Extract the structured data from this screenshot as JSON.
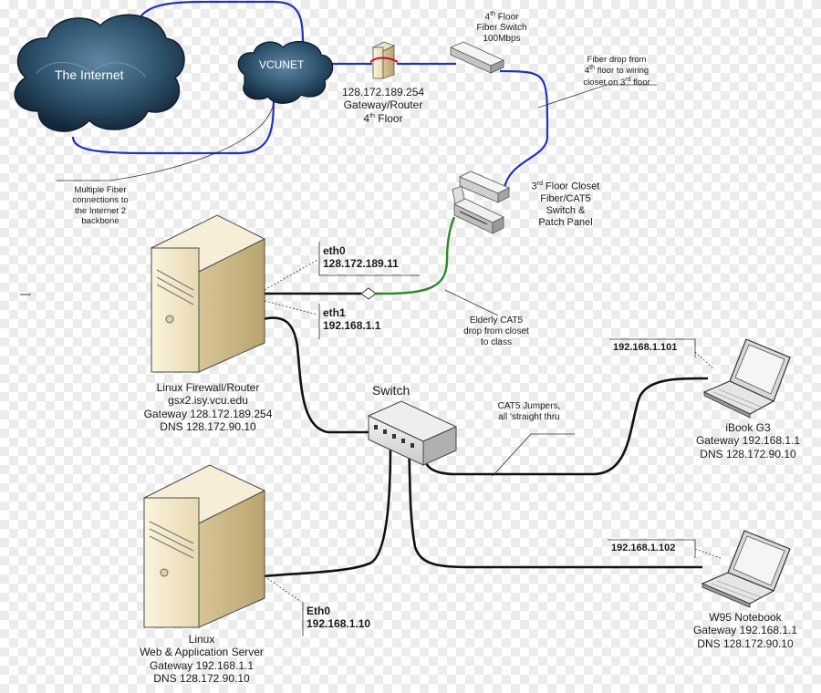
{
  "cloud_internet": "The Internet",
  "cloud_vcunet": "VCUNET",
  "gateway": {
    "ip": "128.172.189.254",
    "line2": "Gateway/Router",
    "floor_num": "4",
    "floor_sup": "th",
    "floor_text": " Floor"
  },
  "fiber_switch": {
    "floor_num": "4",
    "floor_sup": "th",
    "floor_text": " Floor",
    "line2": "Fiber Switch",
    "line3": "100Mbps"
  },
  "fiber_drop": {
    "line1": "Fiber drop from",
    "l2_num": "4",
    "l2_sup": "th",
    "l2_text": " floor to wiring",
    "l3_text": "closet on 3",
    "l3_sup": "rd",
    "l3_end": " floor"
  },
  "closet": {
    "l1_num": "3",
    "l1_sup": "rd",
    "l1_text": " Floor Closet",
    "line2": "Fiber/CAT5",
    "line3": "Switch &",
    "line4": "Patch Panel"
  },
  "multiple_fiber": [
    "Multiple Fiber",
    "connections to",
    "the Internet 2",
    "backbone"
  ],
  "eth0": {
    "name": "eth0",
    "ip": "128.172.189.11"
  },
  "eth1": {
    "name": "eth1",
    "ip": "192.168.1.1"
  },
  "elderly": [
    "Elderly CAT5",
    "drop from closet",
    "to class"
  ],
  "firewall": [
    "Linux Firewall/Router",
    "gsx2.isy.vcu.edu",
    "Gateway 128.172.189.254",
    "DNS 128.172.90.10"
  ],
  "switch_label": "Switch",
  "jumpers": [
    "CAT5 Jumpers,",
    "all 'straight thru"
  ],
  "ibook_ip": "192.168.1.101",
  "ibook": [
    "iBook G3",
    "Gateway 192.168.1.1",
    "DNS 128.172.90.10"
  ],
  "notebook_ip": "192.168.1.102",
  "notebook": [
    "W95 Notebook",
    "Gateway 192.168.1.1",
    "DNS 128.172.90.10"
  ],
  "server_eth": {
    "name": "Eth0",
    "ip": "192.168.1.10"
  },
  "server": [
    "Linux",
    "Web & Application Server",
    "Gateway 192.168.1.1",
    "DNS 128.172.90.10"
  ],
  "colors": {
    "fiber": "#2233bb",
    "cat5_green": "#2a8a2a",
    "cable": "#111111",
    "cloud": "#2d5069",
    "tower": "#f1e6c8"
  }
}
